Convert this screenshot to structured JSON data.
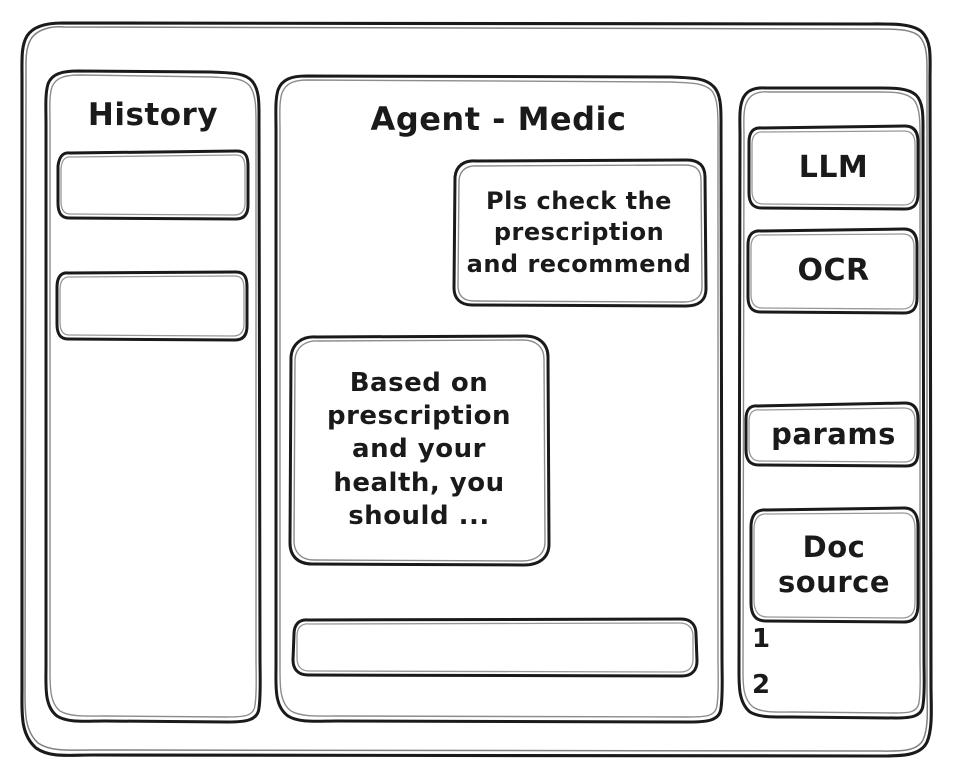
{
  "window": {
    "name": "app-window"
  },
  "style": {
    "stroke_color": "#1a1a1a",
    "background_color": "#ffffff"
  },
  "history": {
    "title": "History",
    "items": [
      {
        "label": ""
      },
      {
        "label": ""
      }
    ]
  },
  "main": {
    "title": "Agent - Medic",
    "messages": [
      {
        "role": "user",
        "text": "Pls check the\nprescription\nand recommend"
      },
      {
        "role": "assistant",
        "text": "Based on\nprescription\nand your\nhealth, you\nshould ..."
      }
    ],
    "composer": {
      "value": "",
      "placeholder": ""
    }
  },
  "tools": {
    "buttons": [
      {
        "label": "LLM"
      },
      {
        "label": "OCR"
      },
      {
        "label": "params"
      }
    ],
    "doc_source": {
      "label": "Doc\nsource",
      "items": [
        {
          "label": "1"
        },
        {
          "label": "2"
        }
      ]
    }
  }
}
